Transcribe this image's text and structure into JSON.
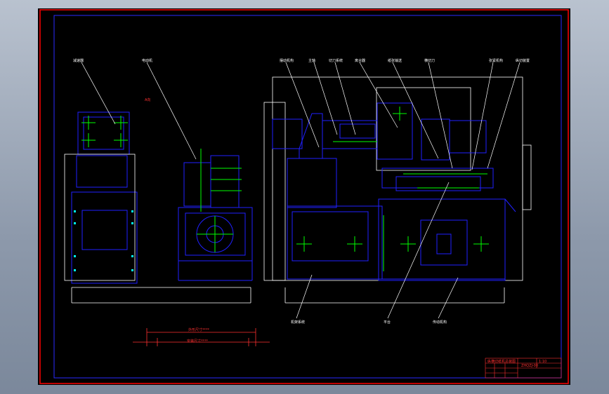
{
  "colors": {
    "background": "#000000",
    "sheet_border": "#ff0000",
    "sheet_inner": "#2a2aff",
    "machine_lines": "#2020ff",
    "outline_lines": "#ffffff",
    "green_marks": "#00ff00",
    "cyan_marks": "#00ffff",
    "red_marks": "#ff3030"
  },
  "callouts": [
    {
      "label": "减速器"
    },
    {
      "label": "电动机"
    },
    {
      "label": "摆动机构"
    },
    {
      "label": "主轴"
    },
    {
      "label": "切刀系统"
    },
    {
      "label": "离合器"
    },
    {
      "label": "纸张输送"
    },
    {
      "label": "横切刀"
    },
    {
      "label": "张紧机构"
    },
    {
      "label": "纵切装置"
    },
    {
      "label": "机架系统"
    },
    {
      "label": "平台"
    },
    {
      "label": "传动机构"
    }
  ],
  "annotation_red": "A向",
  "bottom_dims": {
    "overall": "外形尺寸****",
    "inner": "安装尺寸****"
  },
  "title_block": {
    "title": "纵横切纸机总装图",
    "scale": "1:10",
    "code": "ZHQZJ-00"
  }
}
